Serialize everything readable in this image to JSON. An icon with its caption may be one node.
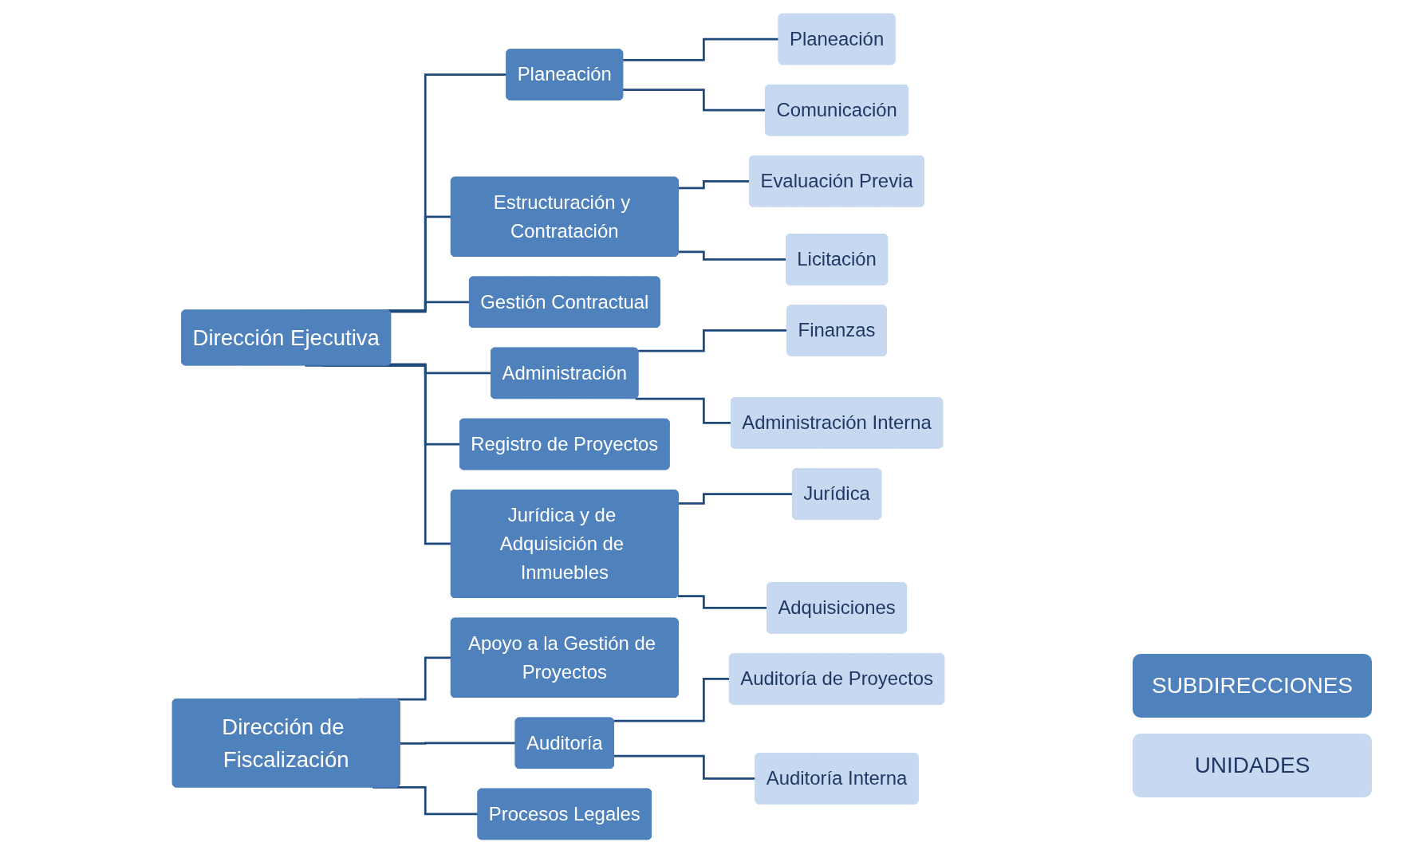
{
  "diagram": {
    "nodes": [
      {
        "text": [
          "Dirección Ejecutiva"
        ]
      },
      {
        "text": [
          "Planeación"
        ]
      },
      {
        "text": [
          "Planeación"
        ]
      },
      {
        "text": [
          "Comunicación"
        ]
      },
      {
        "text": [
          "Estructuración y Contratación"
        ]
      },
      {
        "text": [
          "Evaluación Previa"
        ]
      },
      {
        "text": [
          "Licitación"
        ]
      },
      {
        "text": [
          "Gestión Contractual"
        ]
      },
      {
        "text": [
          "Administración"
        ]
      },
      {
        "text": [
          "Finanzas"
        ]
      },
      {
        "text": [
          "Administración Interna"
        ]
      },
      {
        "text": [
          "Registro de Proyectos"
        ]
      },
      {
        "text": [
          "Jurídica y de Adquisición de Inmuebles"
        ]
      },
      {
        "text": [
          "Jurídica"
        ]
      },
      {
        "text": [
          "Adquisiciones"
        ]
      },
      {
        "text": [
          "Dirección de Fiscalización"
        ]
      },
      {
        "text": [
          "Apoyo a la Gestión de Proyectos"
        ]
      },
      {
        "text": [
          "Auditoría"
        ]
      },
      {
        "text": [
          "Auditoría de Proyectos"
        ]
      },
      {
        "text": [
          "Auditoría Interna"
        ]
      },
      {
        "text": [
          "Procesos Legales"
        ]
      }
    ],
    "edges": [
      {
        "from": 0,
        "to": 1,
        "arrow": "none"
      },
      {
        "from": 0,
        "to": 4,
        "arrow": "none"
      },
      {
        "from": 0,
        "to": 7,
        "arrow": "none"
      },
      {
        "from": 0,
        "to": 8,
        "arrow": "none"
      },
      {
        "from": 0,
        "to": 11,
        "arrow": "none"
      },
      {
        "from": 0,
        "to": 12,
        "arrow": "none"
      },
      {
        "from": 1,
        "to": 2,
        "arrow": "none"
      },
      {
        "from": 1,
        "to": 3,
        "arrow": "none"
      },
      {
        "from": 4,
        "to": 5,
        "arrow": "none"
      },
      {
        "from": 4,
        "to": 6,
        "arrow": "none"
      },
      {
        "from": 8,
        "to": 9,
        "arrow": "none"
      },
      {
        "from": 8,
        "to": 10,
        "arrow": "none"
      },
      {
        "from": 12,
        "to": 13,
        "arrow": "none"
      },
      {
        "from": 12,
        "to": 14,
        "arrow": "none"
      },
      {
        "from": 15,
        "to": 16,
        "arrow": "none"
      },
      {
        "from": 15,
        "to": 17,
        "arrow": "none"
      },
      {
        "from": 15,
        "to": 20,
        "arrow": "none"
      },
      {
        "from": 17,
        "to": 18,
        "arrow": "none"
      },
      {
        "from": 17,
        "to": 19,
        "arrow": "none"
      }
    ],
    "legend": [
      {
        "text": "SUBDIRECCIONES",
        "color": "#4f81bd"
      },
      {
        "text": "UNIDADES",
        "color": "#c6d9f1"
      }
    ]
  }
}
